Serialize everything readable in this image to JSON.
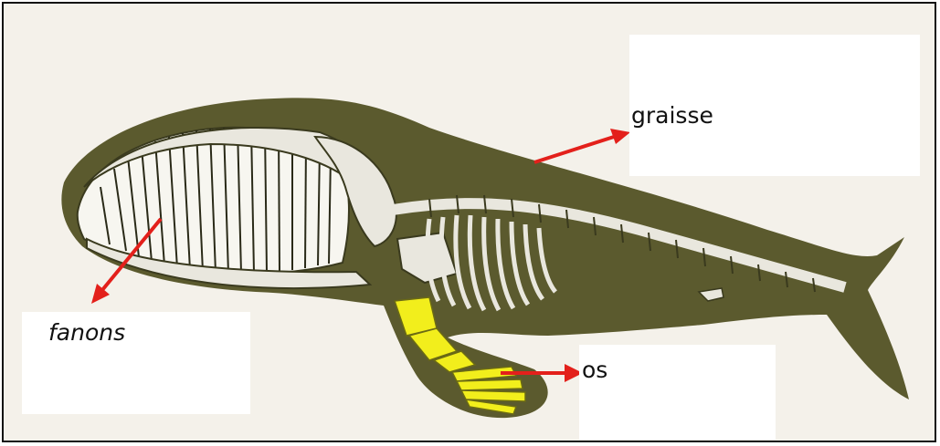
{
  "labels": {
    "graisse": "graisse",
    "fanons": "fanons",
    "os": "os"
  },
  "colors": {
    "body": "#5b5a2e",
    "bone": "#e9e7de",
    "baleen": "#f7f6f0",
    "flipper_bone": "#f2ee1c",
    "arrow": "#e3201b",
    "frame": "#111111"
  }
}
